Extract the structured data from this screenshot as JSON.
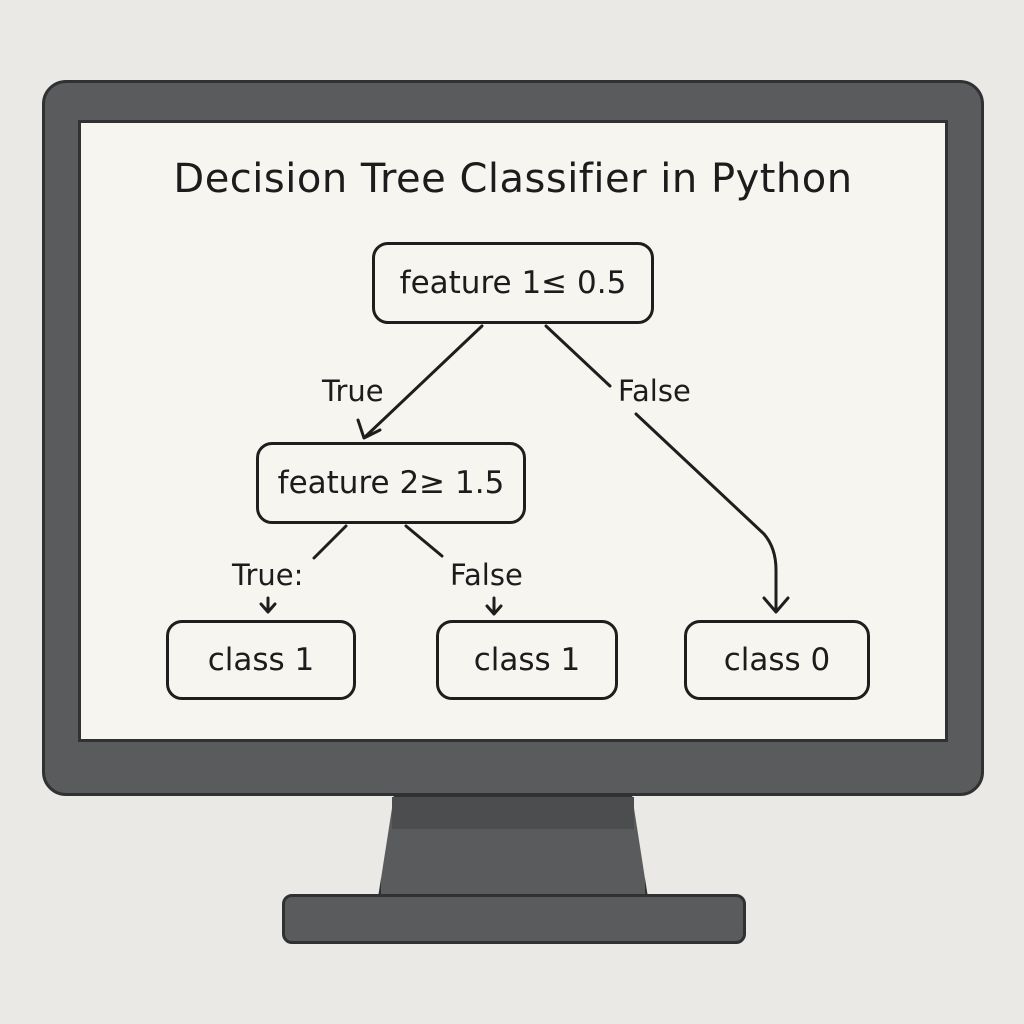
{
  "diagram": {
    "title": "Decision Tree Classifier in Python",
    "nodes": {
      "root": "feature 1≤ 0.5",
      "left": "feature 2≥ 1.5",
      "leaf_a": "class 1",
      "leaf_b": "class 1",
      "leaf_c": "class 0"
    },
    "edge_labels": {
      "root_true": "True",
      "root_false": "False",
      "left_true": "True:",
      "left_false": "False"
    }
  },
  "colors": {
    "monitor_body": "#595b5d",
    "screen": "#f7f5f0",
    "outline": "#2f3133",
    "background": "#ebe9e5"
  },
  "icons": [
    "monitor-icon"
  ]
}
